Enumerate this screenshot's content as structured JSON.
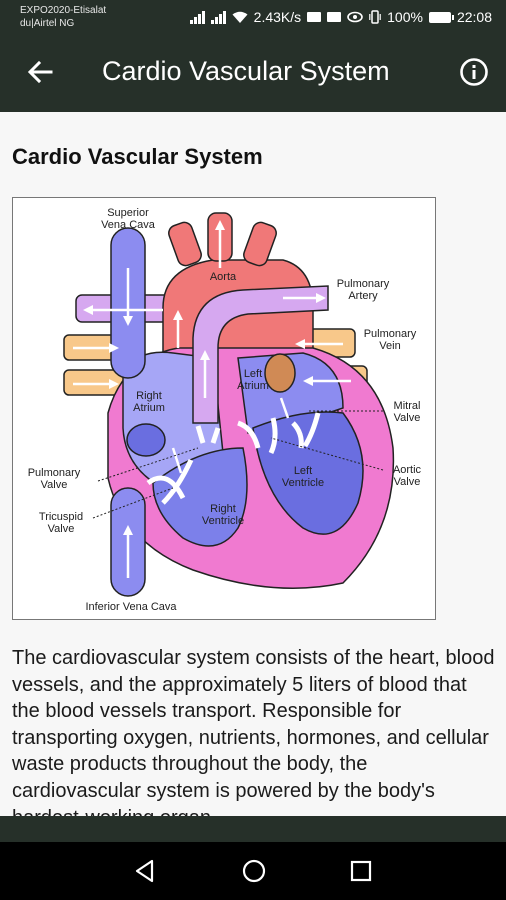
{
  "status_bar": {
    "carrier_line1": "EXPO2020-Etisalat",
    "carrier_line2": "du|Airtel NG",
    "data_speed": "2.43K/s",
    "battery": "100%",
    "time": "22:08",
    "icons": [
      "signal-icon",
      "wifi-icon",
      "mail-icon",
      "image-icon",
      "eye-icon",
      "vibrate-icon",
      "battery-icon"
    ]
  },
  "app_bar": {
    "title": "Cardio Vascular System",
    "back_icon": "arrow-left-icon",
    "info_icon": "info-circle-icon"
  },
  "content": {
    "heading": "Cardio Vascular System",
    "diagram": {
      "labels": {
        "superior_vena_cava": [
          "Superior",
          "Vena Cava"
        ],
        "aorta": "Aorta",
        "pulmonary_artery": [
          "Pulmonary",
          "Artery"
        ],
        "pulmonary_vein": [
          "Pulmonary",
          "Vein"
        ],
        "left_atrium": [
          "Left",
          "Atrium"
        ],
        "right_atrium": [
          "Right",
          "Atrium"
        ],
        "mitral_valve": [
          "Mitral",
          "Valve"
        ],
        "aortic_valve": [
          "Aortic",
          "Valve"
        ],
        "left_ventricle": [
          "Left",
          "Ventricle"
        ],
        "right_ventricle": [
          "Right",
          "Ventricle"
        ],
        "pulmonary_valve": [
          "Pulmonary",
          "Valve"
        ],
        "tricuspid_valve": [
          "Tricuspid",
          "Valve"
        ],
        "inferior_vena_cava": "Inferior Vena Cava"
      },
      "colors": {
        "deoxygenated": "#8c8cf0",
        "oxygenated": "#f07878",
        "pulmonary_vein": "#f8c88a",
        "pulmonary_artery": "#d6a8f0",
        "muscle": "#f07ad0",
        "ventricle_left": "#6a6ee0"
      }
    },
    "body_text": "The cardiovascular system consists of the heart, blood vessels, and the approximately 5 liters of blood that the blood vessels transport. Responsible for transporting oxygen, nutrients, hormones, and cellular waste products throughout the body, the cardiovascular system is powered by the body's hardest-working organ"
  },
  "nav_bar": {
    "back": "triangle-back-icon",
    "home": "circle-home-icon",
    "recents": "square-recents-icon"
  }
}
